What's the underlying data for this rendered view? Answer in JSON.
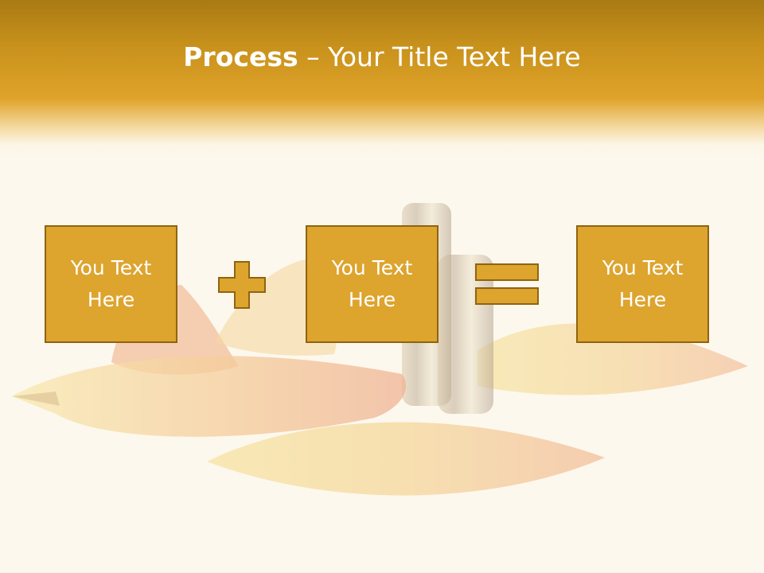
{
  "slide": {
    "title_bold": "Process",
    "title_rest": " – Your Title Text Here",
    "boxes": [
      {
        "text": "You Text Here"
      },
      {
        "text": "You Text Here"
      },
      {
        "text": "You Text Here"
      }
    ],
    "operators": [
      "plus-icon",
      "equals-icon"
    ],
    "colors": {
      "box_fill": "#dda42e",
      "box_border": "#8f6410",
      "header": "#dfa32a"
    }
  }
}
